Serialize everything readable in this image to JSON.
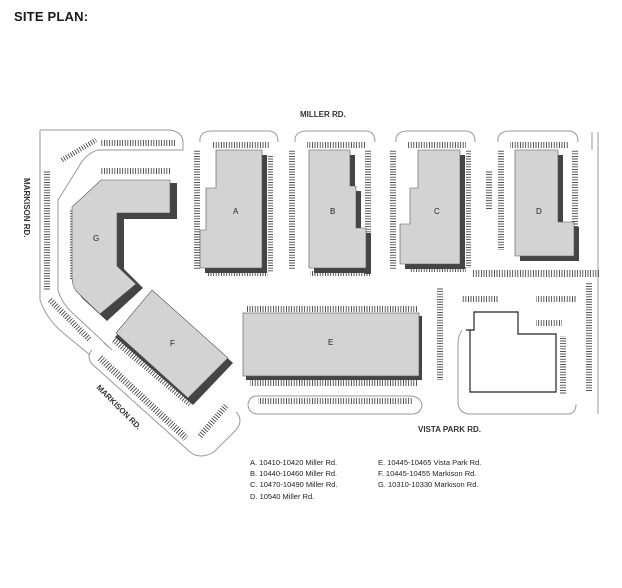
{
  "title": "SITE PLAN:",
  "streets": {
    "north": "MILLER RD.",
    "west": "MARKISON RD.",
    "southwest": "MARKISON RD.",
    "south": "VISTA PARK RD."
  },
  "buildings": {
    "A": "A",
    "B": "B",
    "C": "C",
    "D": "D",
    "E": "E",
    "F": "F",
    "G": "G"
  },
  "legend_left": [
    "A. 10410-10420 Miller Rd.",
    "B. 10440-10460 Miller Rd.",
    "C. 10470-10490 Miller Rd.",
    "D. 10540 Miller Rd."
  ],
  "legend_right": [
    "E. 10445-10465 Vista Park Rd.",
    "F. 10445-10455 Markison Rd.",
    "G. 10310-10330 Markison Rd."
  ],
  "colors": {
    "building_fill": "#d3d3d3",
    "building_shadow": "#444444",
    "curb": "#9a9a9a"
  }
}
